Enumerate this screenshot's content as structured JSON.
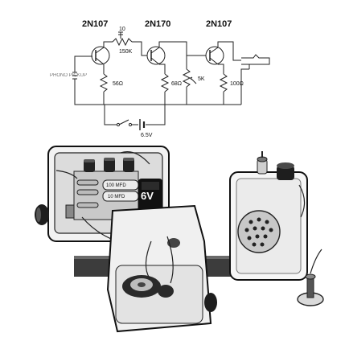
{
  "schematic": {
    "transistors": [
      "2N107",
      "2N170",
      "2N107"
    ],
    "resistors": [
      "10",
      "150K",
      "56Ω",
      "68Ω",
      "5K",
      "100Ω"
    ],
    "battery_voltage": "6.5V",
    "input_label": "PHONO PICKUP"
  },
  "illustration": {
    "battery_label": "6V",
    "capacitor_labels": [
      "100 MFD",
      "10 MFD"
    ]
  },
  "icons": [
    "transistor-icon",
    "resistor-icon",
    "potentiometer-icon",
    "battery-icon",
    "switch-icon",
    "jack-icon",
    "speaker-icon",
    "knob-icon"
  ]
}
